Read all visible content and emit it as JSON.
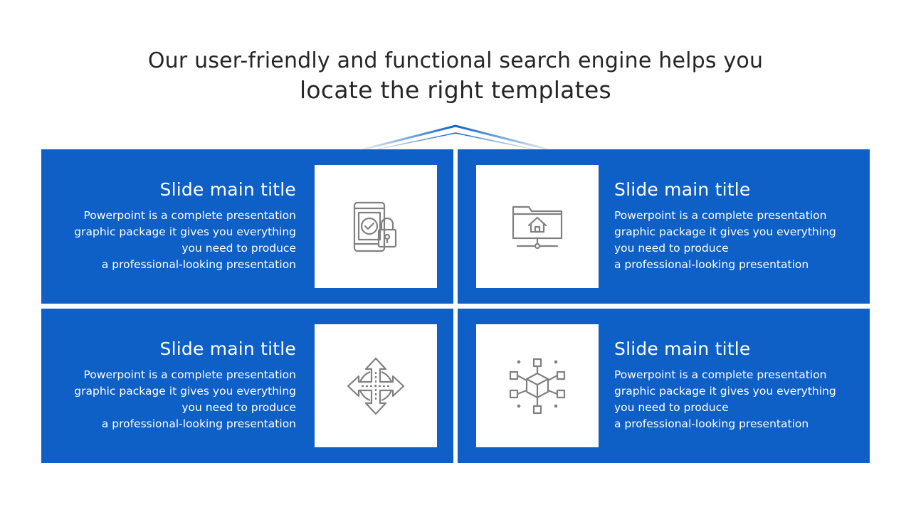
{
  "heading": {
    "line1": "Our user-friendly and functional search engine helps you",
    "line2": "locate the right templates"
  },
  "colors": {
    "panel": "#0e60c6",
    "icon_stroke": "#808080",
    "heading_text": "#262626"
  },
  "panels": [
    {
      "title": "Slide main title",
      "icon": "phone-lock-icon",
      "lines": [
        "Powerpoint is a complete presentation",
        "graphic package it gives you everything",
        "you need to produce",
        "a professional-looking  presentation"
      ]
    },
    {
      "title": "Slide main title",
      "icon": "folder-network-icon",
      "lines": [
        "Powerpoint is a complete presentation",
        "graphic package it gives you everything",
        "you need to produce",
        "a professional-looking  presentation"
      ]
    },
    {
      "title": "Slide main title",
      "icon": "move-arrows-icon",
      "lines": [
        "Powerpoint is a complete presentation",
        "graphic package it gives you everything",
        "you need to produce",
        "a professional-looking  presentation"
      ]
    },
    {
      "title": "Slide main title",
      "icon": "cube-network-icon",
      "lines": [
        "Powerpoint is a complete presentation",
        "graphic package it gives you everything",
        "you need to produce",
        "a professional-looking  presentation"
      ]
    }
  ]
}
